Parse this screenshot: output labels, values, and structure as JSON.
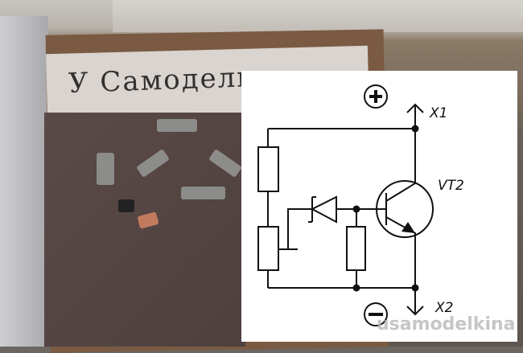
{
  "photo": {
    "handwritten_text": "У Самоделк"
  },
  "schematic": {
    "transistor_label": "VT2",
    "terminal_top": "X1",
    "terminal_bottom": "X2",
    "plus_symbol": "+",
    "minus_symbol": "−",
    "watermark": "usamodelkina.ru"
  }
}
